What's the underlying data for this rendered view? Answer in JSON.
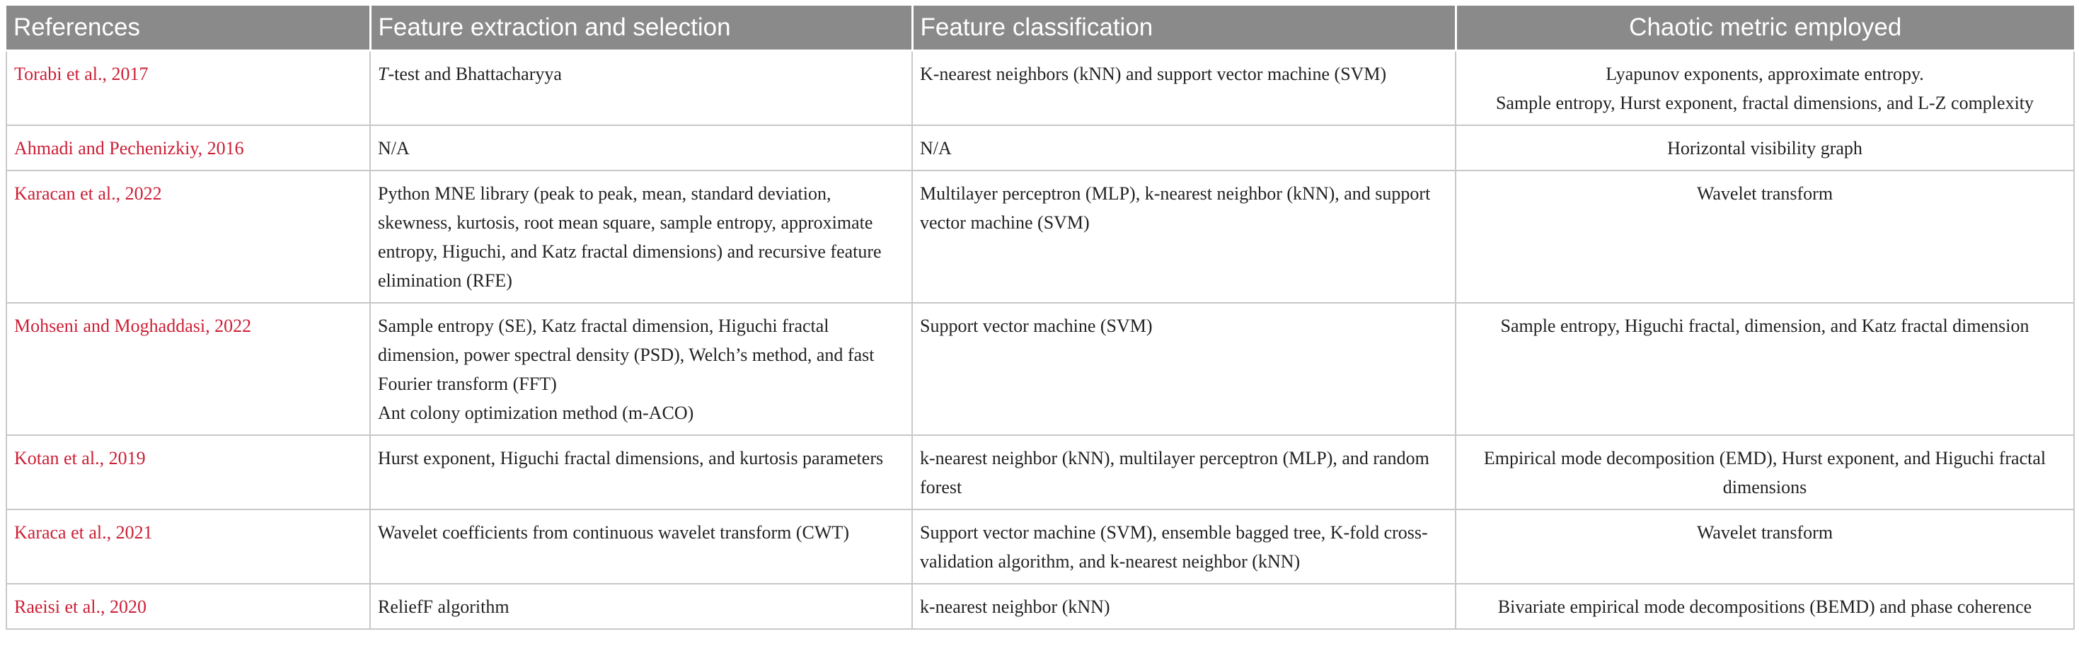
{
  "table": {
    "headers": [
      "References",
      "Feature extraction and selection",
      "Feature classification",
      "Chaotic metric employed"
    ],
    "rows": [
      {
        "reference": "Torabi et al., 2017",
        "extraction_italic": "T",
        "extraction": "-test and Bhattacharyya",
        "classification": "K-nearest neighbors (kNN) and support vector machine (SVM)",
        "metric": "Lyapunov exponents, approximate entropy.\nSample entropy, Hurst exponent, fractal dimensions, and L-Z complexity"
      },
      {
        "reference": "Ahmadi and Pechenizkiy, 2016",
        "extraction": "N/A",
        "classification": "N/A",
        "metric": "Horizontal visibility graph"
      },
      {
        "reference": "Karacan et al., 2022",
        "extraction": "Python MNE library (peak to peak, mean, standard deviation, skewness, kurtosis, root mean square, sample entropy, approximate entropy, Higuchi, and Katz fractal dimensions) and recursive feature elimination (RFE)",
        "classification": "Multilayer perceptron (MLP), k-nearest neighbor (kNN), and support vector machine (SVM)",
        "metric": "Wavelet transform"
      },
      {
        "reference": "Mohseni and Moghaddasi, 2022",
        "extraction": "Sample entropy (SE), Katz fractal dimension, Higuchi fractal dimension, power spectral density (PSD), Welch’s method, and fast Fourier transform (FFT)\nAnt colony optimization method (m-ACO)",
        "classification": "Support vector machine (SVM)",
        "metric": "Sample entropy, Higuchi fractal, dimension, and Katz fractal dimension"
      },
      {
        "reference": "Kotan et al., 2019",
        "extraction": "Hurst exponent, Higuchi fractal dimensions, and kurtosis parameters",
        "classification": "k-nearest neighbor (kNN), multilayer perceptron (MLP), and random forest",
        "metric": "Empirical mode decomposition (EMD), Hurst exponent, and Higuchi fractal dimensions"
      },
      {
        "reference": "Karaca et al., 2021",
        "extraction": "Wavelet coefficients from continuous wavelet transform (CWT)",
        "classification": "Support vector machine (SVM), ensemble bagged tree, K-fold cross-validation algorithm, and k-nearest neighbor (kNN)",
        "metric": "Wavelet transform"
      },
      {
        "reference": "Raeisi et al., 2020",
        "extraction": "ReliefF algorithm",
        "classification": "k-nearest neighbor (kNN)",
        "metric": "Bivariate empirical mode decompositions (BEMD) and phase coherence"
      }
    ]
  },
  "colors": {
    "header_bg": "#8a8a8a",
    "header_text": "#ffffff",
    "reference_text": "#cc1f36",
    "body_text": "#222222",
    "border": "#c8c8c8"
  }
}
